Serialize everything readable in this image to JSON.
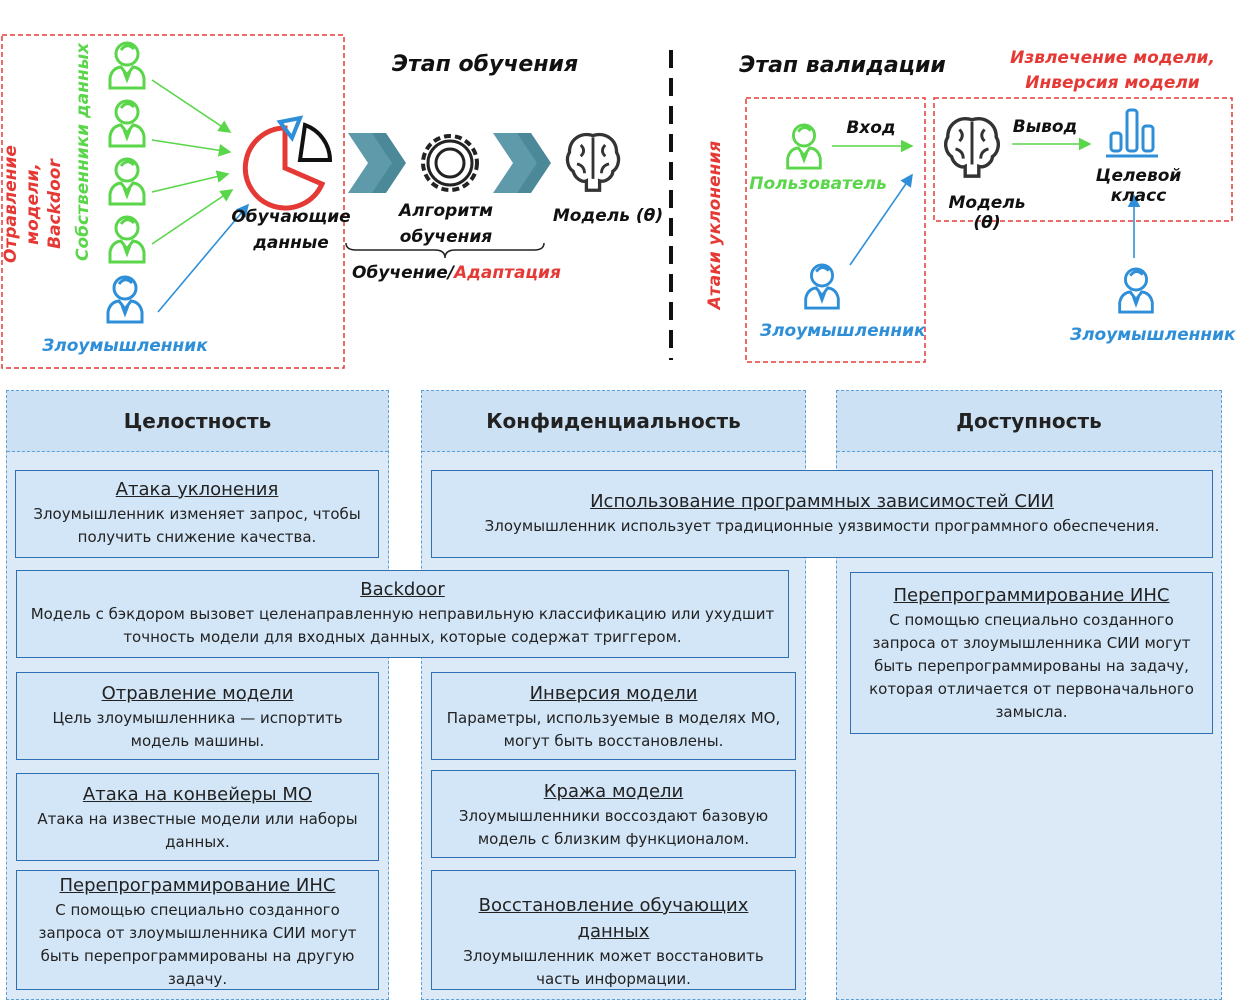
{
  "training": {
    "title": "Этап обучения",
    "vertical_red": "Отравление модели,\nBackdoor",
    "vertical_green": "Собственники данных",
    "attacker": "Злоумышленник",
    "data_label": "Обучающие\nданные",
    "algo_label": "Алгоритм\nобучения",
    "model_label": "Модель (θ)",
    "bottom_black": "Обучение/",
    "bottom_red": "Адаптация"
  },
  "validation": {
    "title": "Этап валидации",
    "extraction_label": "Извлечение модели,\nИнверсия модели",
    "evasion_vertical": "Атаки уклонения",
    "input_label": "Вход",
    "user_label": "Пользователь",
    "attacker1": "Злоумышленник",
    "output_label": "Вывод",
    "model_label": "Модель (θ)",
    "target_label": "Целевой класс",
    "attacker2": "Злоумышленник"
  },
  "columns": {
    "integrity": "Целостность",
    "confidentiality": "Конфиденциальность",
    "availability": "Доступность"
  },
  "cards": {
    "evasion": {
      "title": "Атака уклонения",
      "text": "Злоумышленник изменяет запрос, чтобы получить снижение качества."
    },
    "deps": {
      "title": "Использование программных зависимостей  СИИ",
      "text": "Злоумышленник использует традиционные уязвимости программного обеспечения."
    },
    "backdoor": {
      "title": "Backdoor",
      "text": "Модель с бэкдором вызовет целенаправленную неправильную классификацию или ухудшит точность модели для входных данных, которые содержат триггером."
    },
    "reprog_avail": {
      "title": "Перепрограммирование ИНС",
      "text": "С помощью специально созданного запроса от злоумышленника СИИ могут быть перепрограммированы на задачу, которая отличается от первоначального замысла."
    },
    "poison": {
      "title": "Отравление модели",
      "text": "Цель злоумышленника — испортить модель машины."
    },
    "inversion": {
      "title": "Инверсия модели",
      "text": "Параметры, используемые в моделях МО, могут быть восстановлены."
    },
    "pipeline": {
      "title": "Атака на конвейеры МО",
      "text": "Атака на известные модели или наборы данных."
    },
    "theft": {
      "title": "Кража модели",
      "text": "Злоумышленники воссоздают базовую модель с близким функционалом."
    },
    "reprog_int": {
      "title": "Перепрограммирование ИНС",
      "text": "С помощью специально созданного запроса от злоумышленника СИИ могут быть перепрограммированы на другую задачу."
    },
    "recovery": {
      "title": "Восстановление обучающих данных",
      "text": "Злоумышленник может восстановить часть информации."
    }
  },
  "colors": {
    "red": "#e53935",
    "green": "#5ad64a",
    "blue": "#2e8fd8",
    "steel": "#5f9aaa"
  }
}
